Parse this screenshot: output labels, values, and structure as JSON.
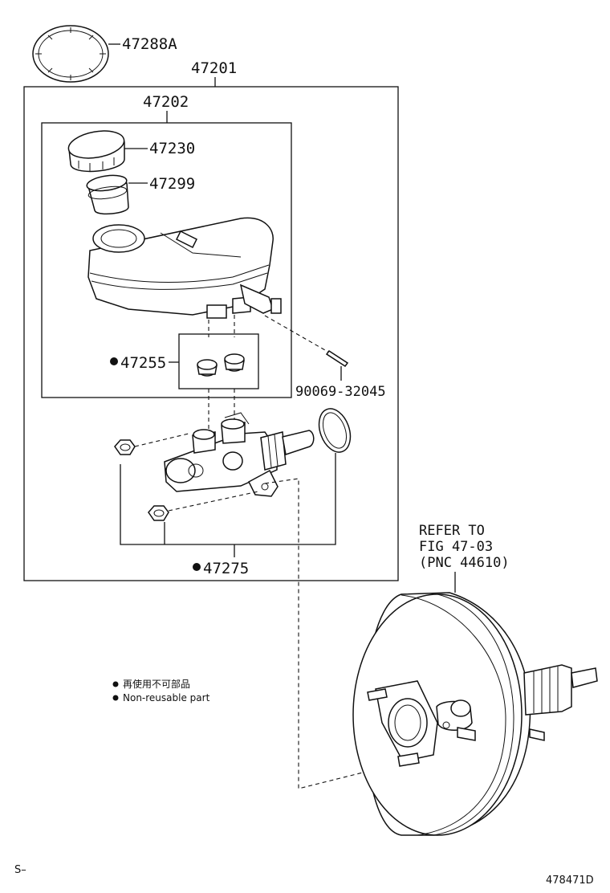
{
  "callouts": {
    "seal_ring": "47288A",
    "master_cylinder_assy": "47201",
    "reservoir_sub_assy": "47202",
    "reservoir_cap": "47230",
    "strainer": "47299",
    "grommet": "47255",
    "pin": "90069-32045",
    "nut_kit": "47275"
  },
  "refer": {
    "line1": "REFER TO",
    "line2": "FIG 47-03",
    "line3": "(PNC 44610)"
  },
  "legend": {
    "japanese": "再使用不可部品",
    "english": "Non-reusable part"
  },
  "footer": {
    "left_code": "S–",
    "figure_id": "478471D"
  },
  "colors": {
    "line": "#111111",
    "background": "#ffffff"
  }
}
